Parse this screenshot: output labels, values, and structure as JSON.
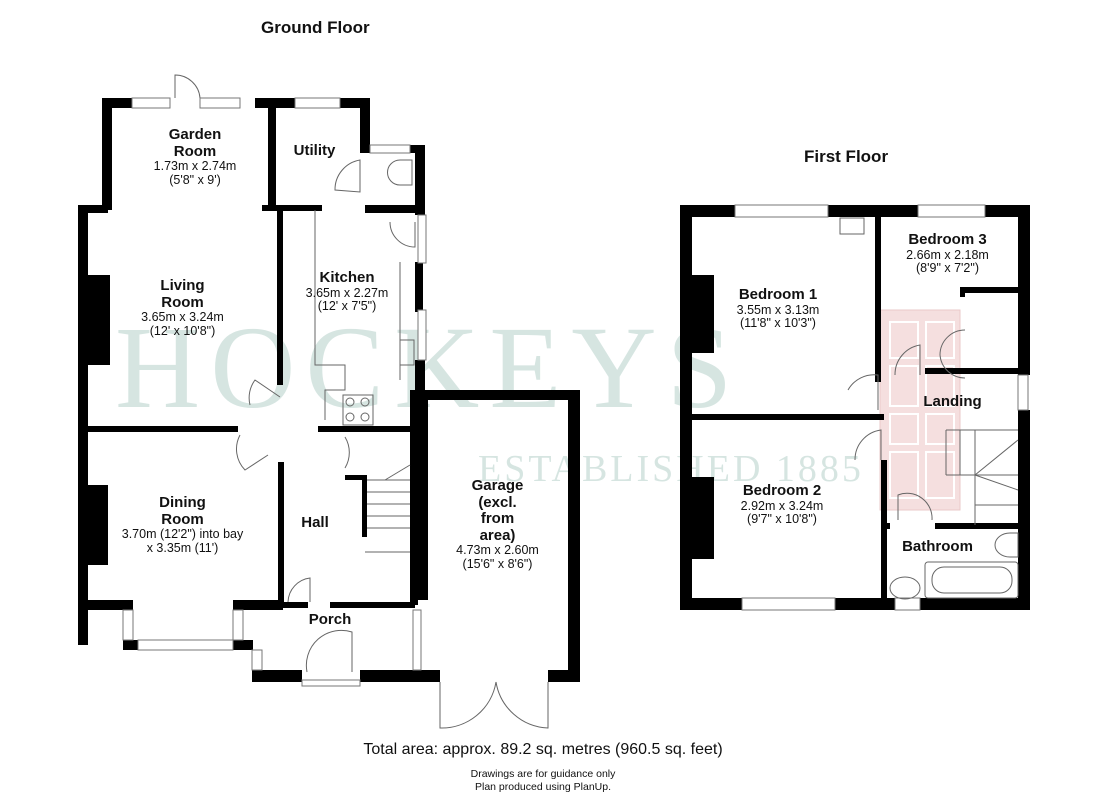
{
  "ground_floor": {
    "title": "Ground Floor",
    "rooms": [
      {
        "name": "Garden Room",
        "dim_metric": "1.73m x 2.74m",
        "dim_imperial": "(5'8\" x 9')"
      },
      {
        "name": "Utility",
        "dim_metric": "",
        "dim_imperial": ""
      },
      {
        "name": "Living Room",
        "dim_metric": "3.65m x 3.24m",
        "dim_imperial": "(12' x 10'8\")"
      },
      {
        "name": "Kitchen",
        "dim_metric": "3.65m x 2.27m",
        "dim_imperial": "(12' x 7'5\")"
      },
      {
        "name": "Dining Room",
        "dim_metric": "3.70m (12'2\") into bay",
        "dim_imperial": "x 3.35m (11')"
      },
      {
        "name": "Hall",
        "dim_metric": "",
        "dim_imperial": ""
      },
      {
        "name": "Porch",
        "dim_metric": "",
        "dim_imperial": ""
      },
      {
        "name": "Garage (excl. from area)",
        "name_lines": [
          "Garage",
          "(excl.",
          "from",
          "area)"
        ],
        "dim_metric": "4.73m x 2.60m",
        "dim_imperial": "(15'6\" x 8'6\")"
      }
    ]
  },
  "first_floor": {
    "title": "First Floor",
    "rooms": [
      {
        "name": "Bedroom 1",
        "dim_metric": "3.55m x 3.13m",
        "dim_imperial": "(11'8\" x 10'3\")"
      },
      {
        "name": "Bedroom 3",
        "dim_metric": "2.66m x 2.18m",
        "dim_imperial": "(8'9\" x 7'2\")"
      },
      {
        "name": "Landing",
        "dim_metric": "",
        "dim_imperial": ""
      },
      {
        "name": "Bedroom 2",
        "dim_metric": "2.92m x 3.24m",
        "dim_imperial": "(9'7\" x 10'8\")"
      },
      {
        "name": "Bathroom",
        "dim_metric": "",
        "dim_imperial": ""
      }
    ]
  },
  "watermark": {
    "brand": "HOCKEYS",
    "tagline": "ESTABLISHED 1885"
  },
  "footer": {
    "total_area": "Total area: approx. 89.2 sq. metres (960.5 sq. feet)",
    "note_1": "Drawings are for guidance only",
    "note_2": "Plan produced using PlanUp."
  },
  "colors": {
    "wall": "#000000",
    "watermark_text": "#c9ddd8",
    "watermark_door": "#f1d5d5"
  }
}
